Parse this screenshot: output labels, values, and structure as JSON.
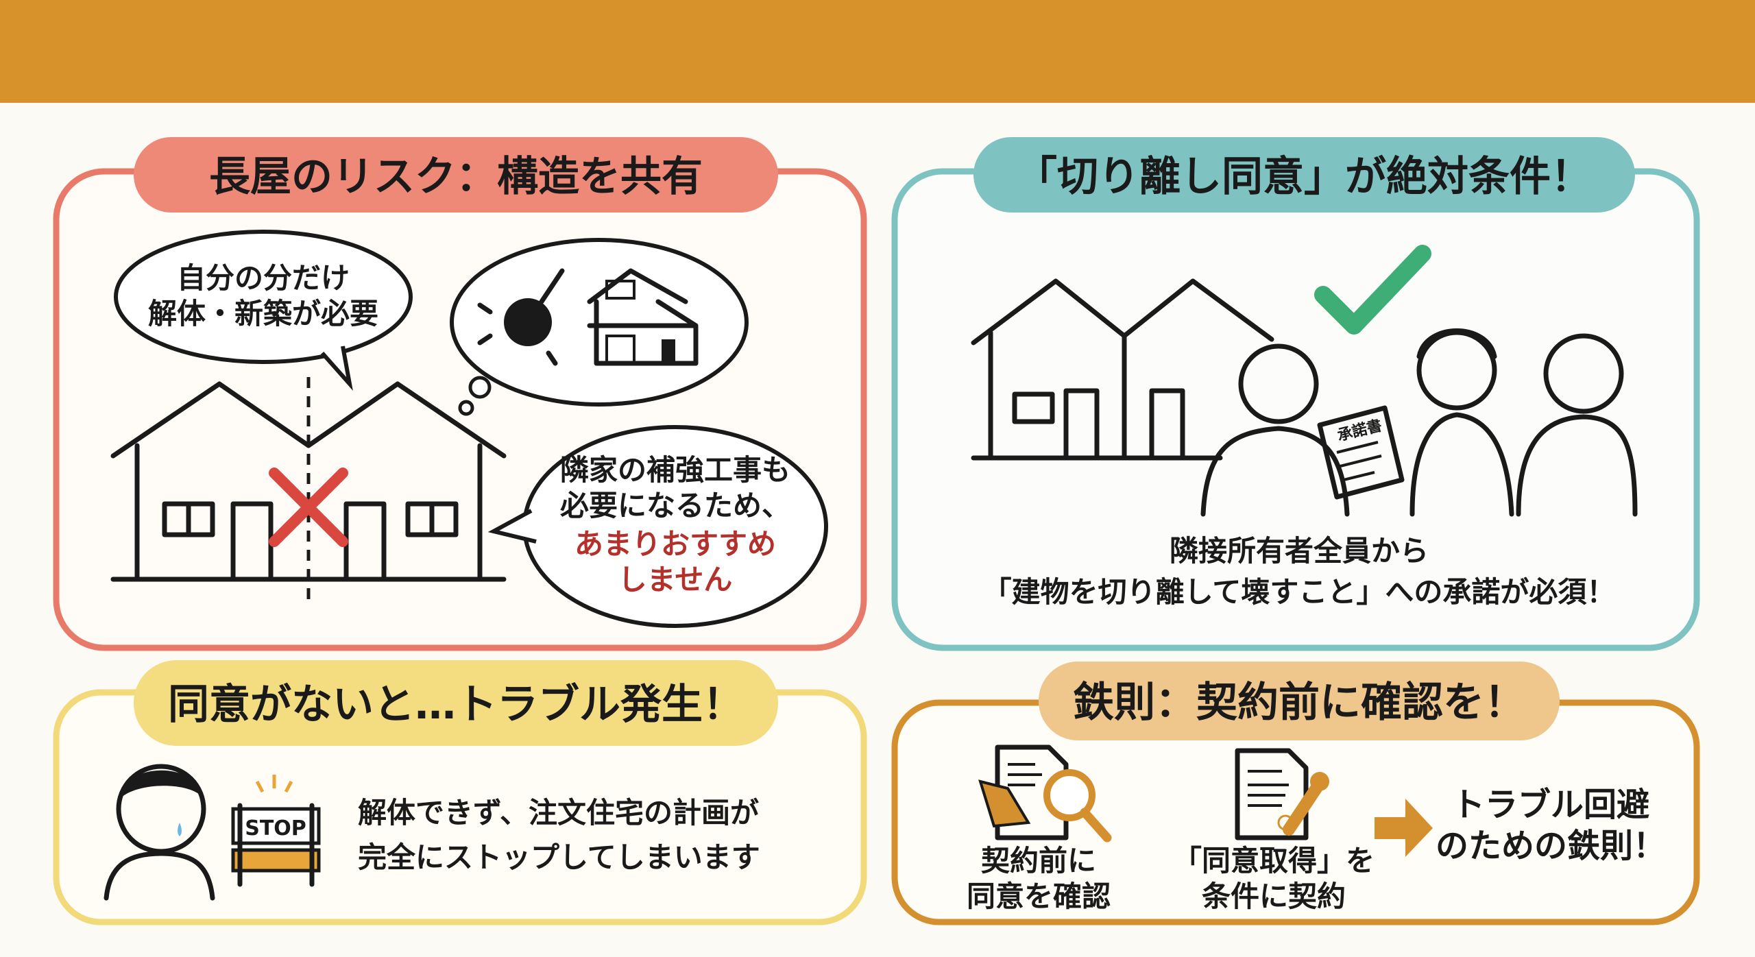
{
  "colors": {
    "top_bar": "#D8922C",
    "risk": "#E87A6A",
    "consent": "#7EC3C2",
    "trouble": "#F2D97A",
    "rule": "#D4902F",
    "check": "#3FAE76",
    "warning_text": "#B3302B"
  },
  "panel_risk": {
    "title": "長屋のリスク：構造を共有",
    "bubble_self": [
      "自分の分だけ",
      "解体・新築が必要"
    ],
    "bubble_neighbor": [
      "隣家の補強工事も",
      "必要になるため、"
    ],
    "bubble_warning": [
      "あまりおすすめ",
      "しません"
    ],
    "icons": [
      "row-house-icon",
      "cross-mark-icon",
      "wrecking-ball-icon",
      "new-house-icon"
    ]
  },
  "panel_consent": {
    "title": "「切り離し同意」が絶対条件！",
    "document_label": "承諾書",
    "caption": [
      "隣接所有者全員から",
      "「建物を切り離して壊すこと」への承諾が必須！"
    ],
    "icons": [
      "row-house-icon",
      "check-mark-icon",
      "people-icon",
      "document-icon"
    ]
  },
  "panel_trouble": {
    "title": "同意がないと…トラブル発生！",
    "stop_sign": "STOP",
    "text": [
      "解体できず、注文住宅の計画が",
      "完全にストップしてしまいます"
    ],
    "icons": [
      "worried-person-icon",
      "stop-barrier-icon"
    ]
  },
  "panel_rule": {
    "title": "鉄則：契約前に確認を！",
    "step1": [
      "契約前に",
      "同意を確認"
    ],
    "step2": [
      "「同意取得」を",
      "条件に契約"
    ],
    "result": [
      "トラブル回避",
      "のための鉄則！"
    ],
    "icons": [
      "handshake-magnifier-icon",
      "stamp-document-icon",
      "arrow-right-icon"
    ]
  }
}
